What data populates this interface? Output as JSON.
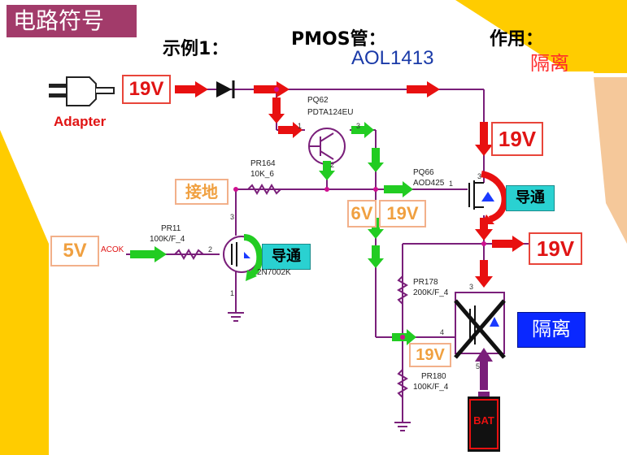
{
  "title": "电路符号",
  "example_label": "示例1：",
  "pmos_label": "PMOS管：",
  "part_number": "AOL1413",
  "function_label": "作用：",
  "function_value": "隔离",
  "adapter_label": "Adapter",
  "voltages": {
    "adapter_in": "19V",
    "top_right": "19V",
    "output": "19V",
    "mid_19v": "19V",
    "mid_6v": "6V",
    "lower_19v": "19V",
    "acok_5v": "5V"
  },
  "ground_note": "接地",
  "conduct_labels": {
    "top_mosfet": "导通",
    "left_mosfet": "导通"
  },
  "isolation_box": "隔离",
  "battery_label": "BAT",
  "components": {
    "pq62_name": "PQ62",
    "pq62_part": "PDTA124EU",
    "pr164_name": "PR164",
    "pr164_value": "10K_6",
    "pq66_name": "PQ66",
    "pq66_part": "AOD425",
    "pr11_name": "PR11",
    "pr11_value": "100K/F_4",
    "acok_label": "ACOK",
    "left_fet_part": "2N7002K",
    "pr178_name": "PR178",
    "pr178_value": "200K/F_4",
    "pr180_name": "PR180",
    "pr180_value": "100K/F_4"
  },
  "pins": {
    "pq62_p1": "1",
    "pq62_p3": "3",
    "pq62_p2": "2",
    "pq66_p1": "1",
    "pq66_p3": "3",
    "left_p3": "3",
    "left_p2": "2",
    "left_p1": "1",
    "iso_p3": "3",
    "iso_p4": "4",
    "iso_p5": "5"
  },
  "colors": {
    "title_bg": "#a23b6a",
    "wire": "#7a1f7a",
    "arrow_red": "#e81010",
    "arrow_green": "#22cc22",
    "conduct_bg": "#2ad1d1",
    "isolate_bg": "#0a28ff",
    "yellow_accent": "#ffcc00"
  }
}
